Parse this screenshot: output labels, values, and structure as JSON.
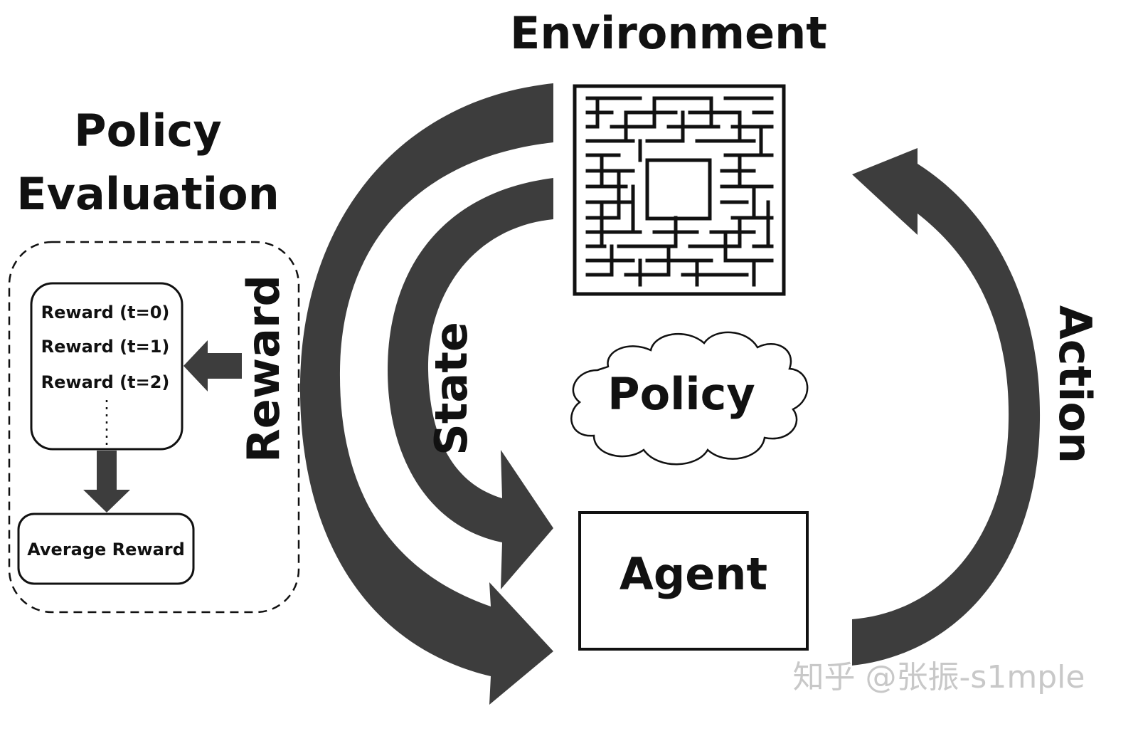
{
  "title": "Environment",
  "policy_evaluation": {
    "heading_line1": "Policy",
    "heading_line2": "Evaluation",
    "rewards": [
      "Reward (t=0)",
      "Reward (t=1)",
      "Reward (t=2)"
    ],
    "average": "Average Reward"
  },
  "labels": {
    "reward": "Reward",
    "state": "State",
    "action": "Action"
  },
  "policy": "Policy",
  "agent": "Agent",
  "watermark": "知乎 @张振-s1mple",
  "colors": {
    "arrow": "#3d3d3d",
    "text": "#111111",
    "watermark": "#c8c8c8"
  },
  "icons": {
    "environment": "maze-icon",
    "policy": "cloud-icon"
  }
}
